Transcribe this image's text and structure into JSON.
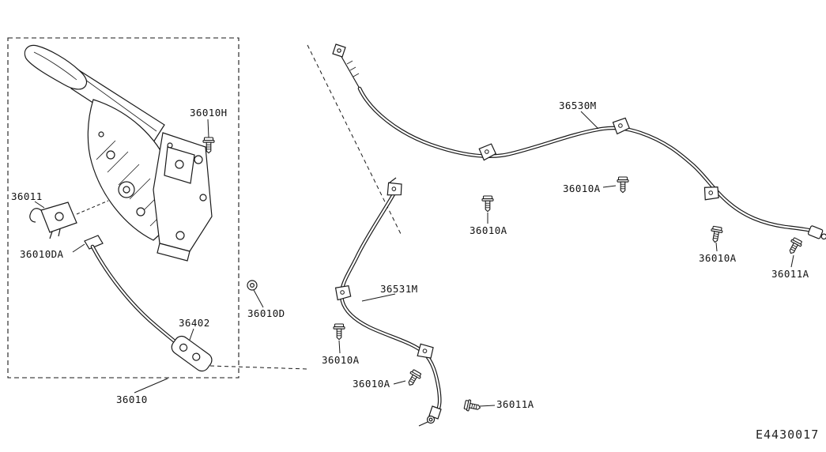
{
  "diagram": {
    "code": "E4430017",
    "background": "#ffffff",
    "line_color": "#1a1a1a"
  },
  "icons": {
    "bolt": "hex-bolt-icon",
    "washer": "flat-washer-icon",
    "clip": "cable-clip-icon"
  },
  "labels": [
    {
      "text": "36010H"
    },
    {
      "text": "36011"
    },
    {
      "text": "36010DA"
    },
    {
      "text": "36402"
    },
    {
      "text": "36010"
    },
    {
      "text": "36010D"
    },
    {
      "text": "36530M"
    },
    {
      "text": "36010A"
    },
    {
      "text": "36010A"
    },
    {
      "text": "36010A"
    },
    {
      "text": "36011A"
    },
    {
      "text": "36531M"
    },
    {
      "text": "36010A"
    },
    {
      "text": "36010A"
    },
    {
      "text": "36011A"
    }
  ]
}
